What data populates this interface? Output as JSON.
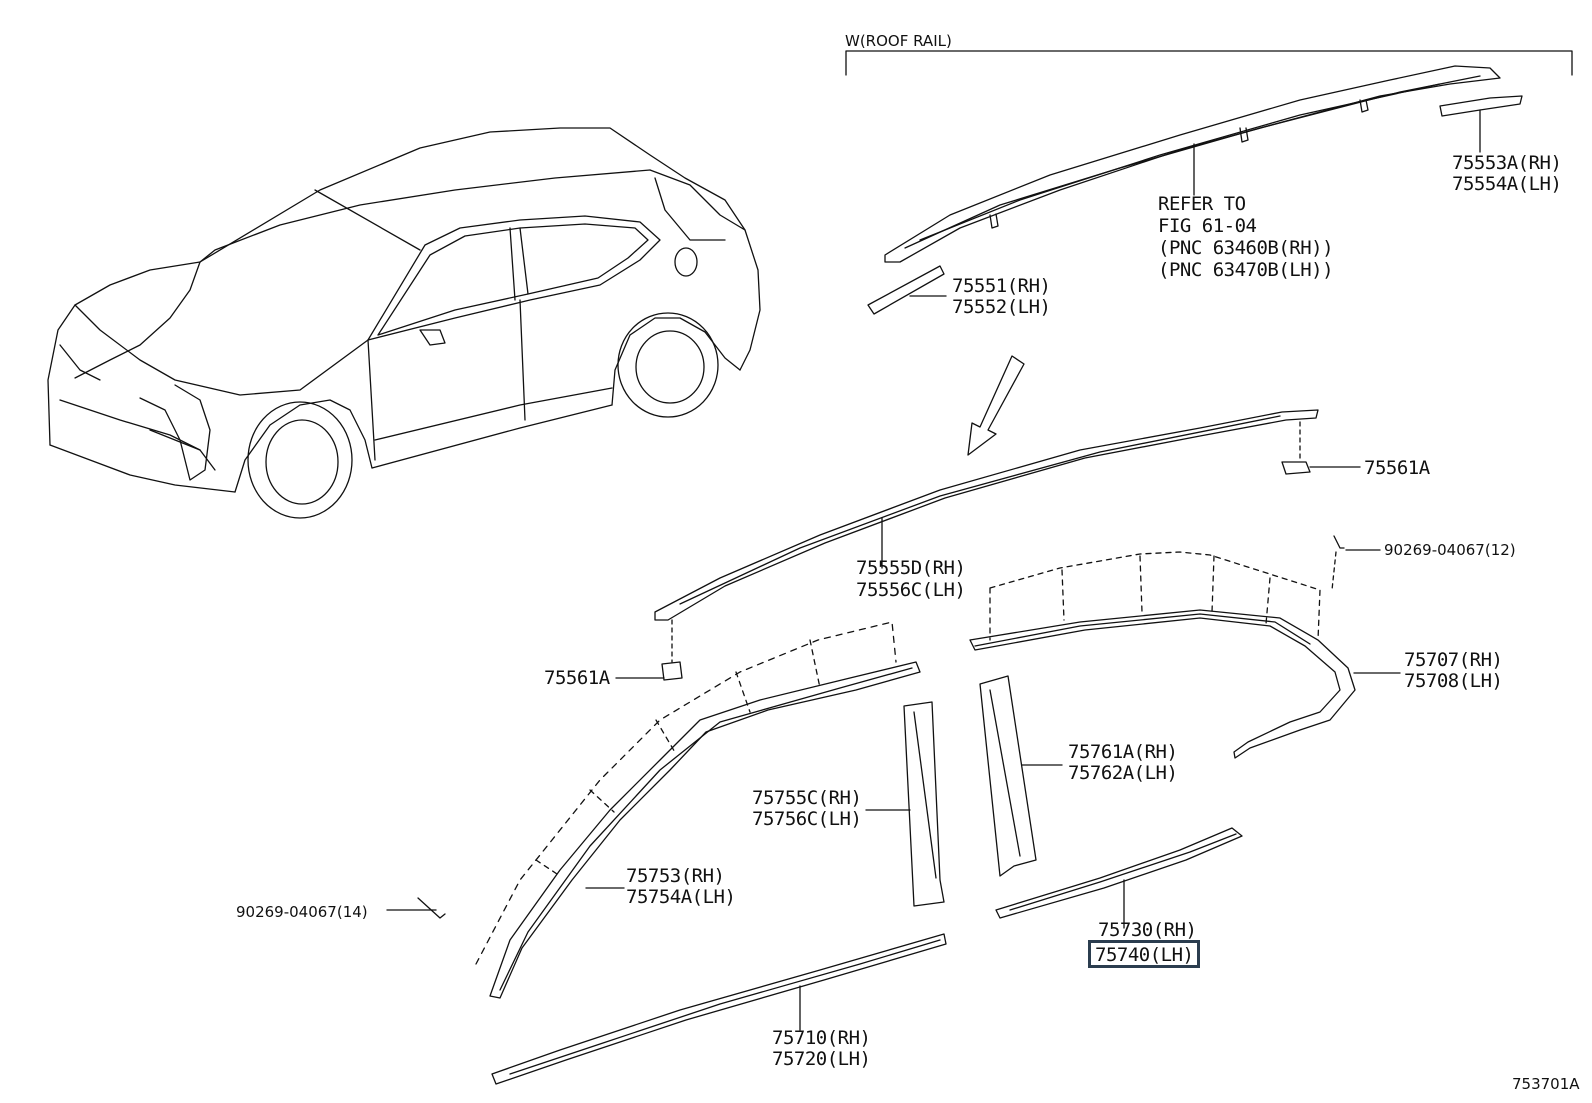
{
  "group_label": "W(ROOF RAIL)",
  "figure_id": "753701A",
  "refer_note": [
    "REFER TO",
    "FIG 61-04",
    "(PNC 63460B(RH))",
    "(PNC 63470B(LH))"
  ],
  "parts": {
    "p75553": [
      "75553A(RH)",
      "75554A(LH)"
    ],
    "p75551": [
      "75551(RH)",
      "75552(LH)"
    ],
    "p75561_right": "75561A",
    "p75561_left": "75561A",
    "p75555": [
      "75555D(RH)",
      "75556C(LH)"
    ],
    "p90269_right": "90269-04067(12)",
    "p90269_left": "90269-04067(14)",
    "p75707": [
      "75707(RH)",
      "75708(LH)"
    ],
    "p75761": [
      "75761A(RH)",
      "75762A(LH)"
    ],
    "p75755": [
      "75755C(RH)",
      "75756C(LH)"
    ],
    "p75753": [
      "75753(RH)",
      "75754A(LH)"
    ],
    "p75730": [
      "75730(RH)",
      "75740(LH)"
    ],
    "p75710": [
      "75710(RH)",
      "75720(LH)"
    ]
  },
  "highlight_part": "75740(LH)",
  "colors": {
    "line": "#111111",
    "highlight_border": "#2b3d4f"
  }
}
